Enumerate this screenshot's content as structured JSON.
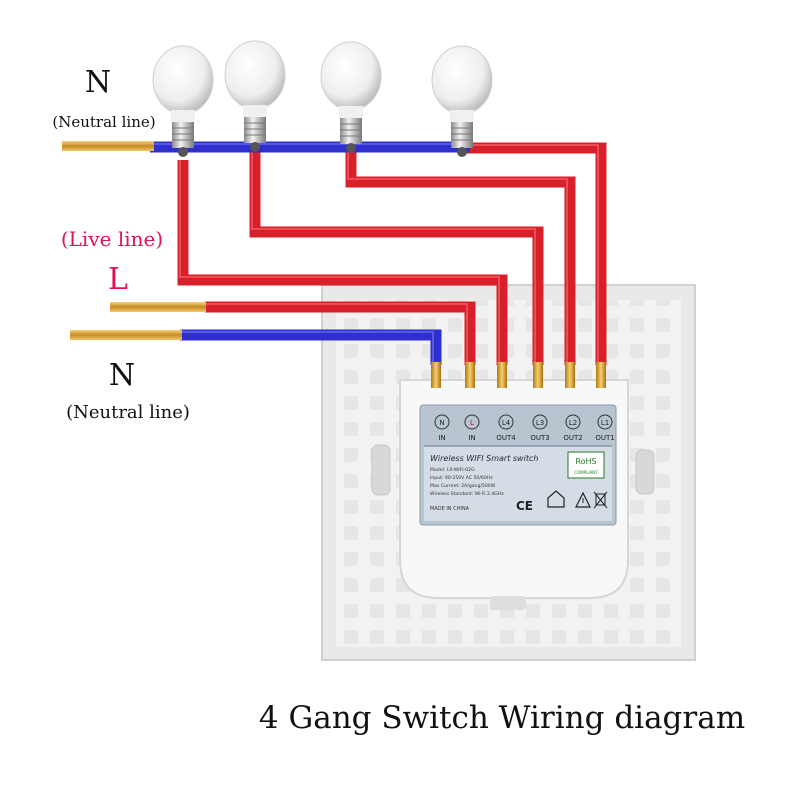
{
  "labels": {
    "n_top": "N",
    "neutral_top": "(Neutral line)",
    "live_paren": "(Live line)",
    "l": "L",
    "n_bottom": "N",
    "neutral_bottom": "(Neutral line)",
    "title": "4 Gang Switch Wiring diagram"
  },
  "terminals": [
    {
      "symbol": "N",
      "name": "IN"
    },
    {
      "symbol": "L",
      "name": "IN"
    },
    {
      "symbol": "L4",
      "name": "OUT4"
    },
    {
      "symbol": "L3",
      "name": "OUT3"
    },
    {
      "symbol": "L2",
      "name": "OUT2"
    },
    {
      "symbol": "L1",
      "name": "OUT1"
    }
  ],
  "spec": {
    "product": "Wireless WIFI Smart switch",
    "model": "Model: LX-WIFI-02G",
    "input": "Input: 90-250V AC 50/60Hz",
    "current": "Max Current: 2A/gang/500W",
    "standard": "Wireless Standard: Wi-Fi 2.4GHz",
    "made_in": "MADE IN CHINA",
    "rohs": "RoHS",
    "rohs_sub": "COMPLIANT"
  },
  "colors": {
    "neutral_wire": "#2f2fd0",
    "live_wire": "#d8202c",
    "copper": "#d9a63a",
    "live_label": "#e0105a"
  }
}
